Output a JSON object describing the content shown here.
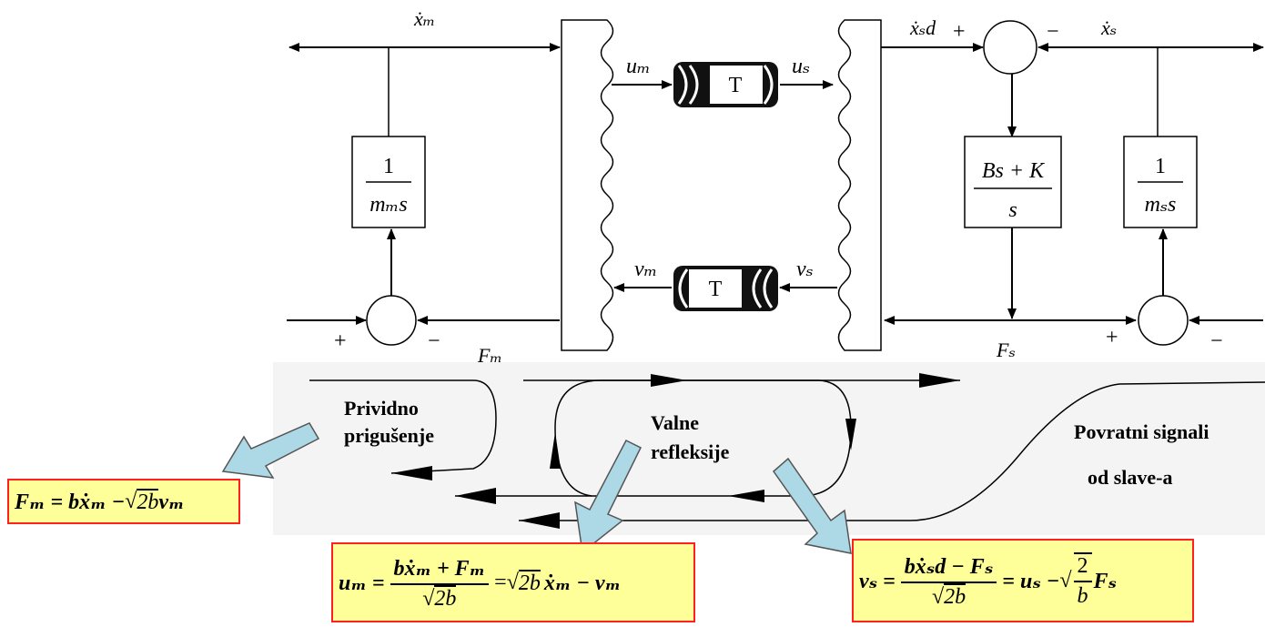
{
  "diagram": {
    "left_block": {
      "numerator": "1",
      "denominator": "mₘs"
    },
    "right_block": {
      "numerator": "1",
      "denominator": "mₛs"
    },
    "controller_block": {
      "numerator": "Bs + K",
      "denominator": "s"
    },
    "delay_top": "T",
    "delay_bottom": "T",
    "signals": {
      "xm_dot": "ẋₘ",
      "xsd_dot": "ẋₛd",
      "xs_dot": "ẋₛ",
      "um": "uₘ",
      "us": "uₛ",
      "vm": "vₘ",
      "vs": "vₛ",
      "Fm": "Fₘ",
      "Fs": "Fₛ"
    },
    "signs": {
      "top_sum_plus": "+",
      "top_sum_minus": "−",
      "left_sum_plus": "+",
      "left_sum_minus": "−",
      "right_sum_plus": "+",
      "right_sum_minus": "−"
    }
  },
  "annotations": {
    "prividno_line1": "Prividno",
    "prividno_line2": "prigušenje",
    "valne_line1": "Valne",
    "valne_line2": "refleksije",
    "povratni_line1": "Povratni signali",
    "povratni_line2": "od slave-a"
  },
  "equations": {
    "fm": {
      "lhs": "Fₘ = bẋₘ − ",
      "sqrt_arg": "2b",
      "tail": "vₘ"
    },
    "um": {
      "lhs": "uₘ =",
      "num": "bẋₘ + Fₘ",
      "den": "2b",
      "mid": "= ",
      "sqrt_arg": "2b",
      "tail": "ẋₘ − vₘ"
    },
    "vs": {
      "lhs": "vₛ =",
      "num": "bẋₛd − Fₛ",
      "den": "2b",
      "mid": "= uₛ − ",
      "sqrt_num": "2",
      "sqrt_den": "b",
      "tail": "Fₛ"
    }
  },
  "colors": {
    "equation_bg": "#ffff99",
    "equation_border": "#ff2020",
    "arrow_fill": "#add8e6",
    "arrow_stroke": "#555555"
  }
}
